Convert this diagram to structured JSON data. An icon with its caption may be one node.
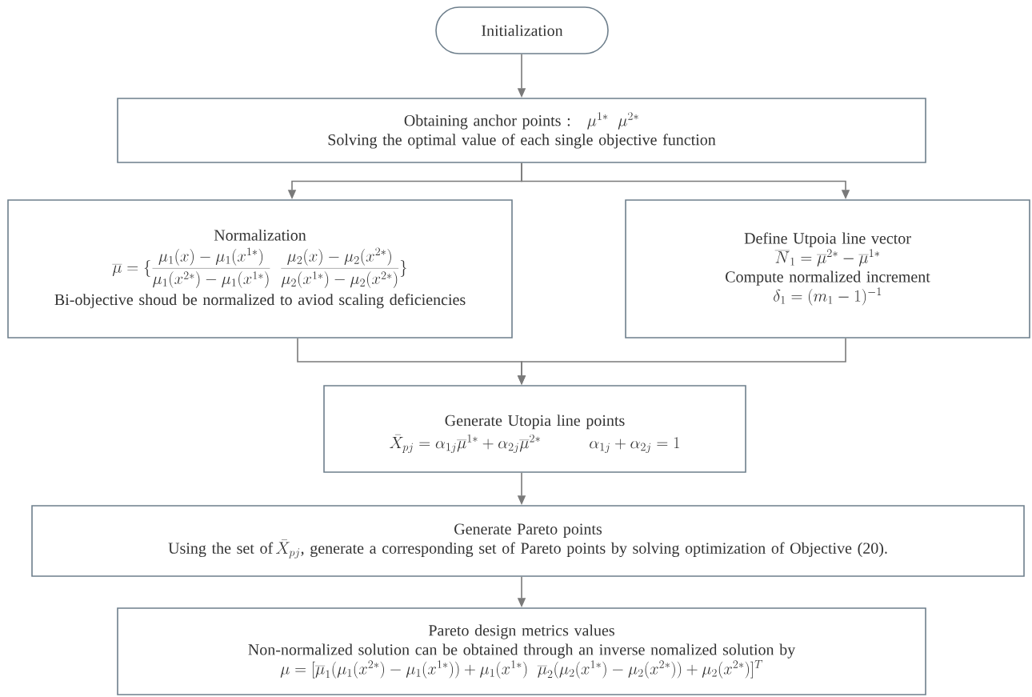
{
  "diagram": {
    "nodes": [
      {
        "text": [
          "Initialization"
        ]
      },
      {
        "text": [
          "Obtaining anchor points :",
          "\\mu^{1*}\\;\\;\\mu^{2*}",
          "Solving the optimal value of each single objective function"
        ]
      },
      {
        "text": [
          "Normalization",
          "\\overline{\\mu}=\\{\\frac{\\mu_1(x)-\\mu_1(x^{1*})}{\\mu_1(x^{2*})-\\mu_1(x^{1*})}\\;\\;\\frac{\\mu_2(x)-\\mu_2(x^{2*})}{\\mu_2(x^{1*})-\\mu_2(x^{2*})}\\}",
          "Bi-objective shoud be normalized to aviod scaling deficiencies"
        ]
      },
      {
        "text": [
          "Define Utpoia line vector",
          "\\overline{N}_1=\\overline{\\mu}^{2*}-\\overline{\\mu}^{1*}",
          "Compute normalized increment",
          "\\delta_1=(m_1-1)^{-1}"
        ]
      },
      {
        "text": [
          "Generate Utopia line points",
          "\\bar{X}_{pj}=\\alpha_{1j}\\overline{\\mu}^{1*}+\\alpha_{2j}\\overline{\\mu}^{2*}",
          "\\alpha_{1j}+\\alpha_{2j}=1"
        ]
      },
      {
        "text": [
          "Generate Pareto points",
          "Using the set of",
          "\\bar{X}_{pj}",
          ", generate a corresponding set of Pareto points by solving  optimization of Objective (20)."
        ]
      },
      {
        "text": [
          "Pareto design metrics values",
          "Non-normalized solution can be obtained through an inverse nomalized solution by",
          "\\mu=[\\overline{\\mu}_1(\\mu_1(x^{2*})-\\mu_1(x^{1*}))+\\mu_1(x^{1*})\\;\\;\\overline{\\mu}_2(\\mu_2(x^{1*})-\\mu_2(x^{2*}))+\\mu_2(x^{2*})]^T"
        ]
      }
    ],
    "edges": [
      {
        "from": 0,
        "to": 1,
        "arrow": "to"
      },
      {
        "from": 1,
        "to": 2,
        "arrow": "to"
      },
      {
        "from": 1,
        "to": 3,
        "arrow": "to"
      },
      {
        "from": 2,
        "to": 4,
        "arrow": "to"
      },
      {
        "from": 3,
        "to": 4,
        "arrow": "to"
      },
      {
        "from": 4,
        "to": 5,
        "arrow": "to"
      },
      {
        "from": 5,
        "to": 6,
        "arrow": "to"
      }
    ]
  }
}
